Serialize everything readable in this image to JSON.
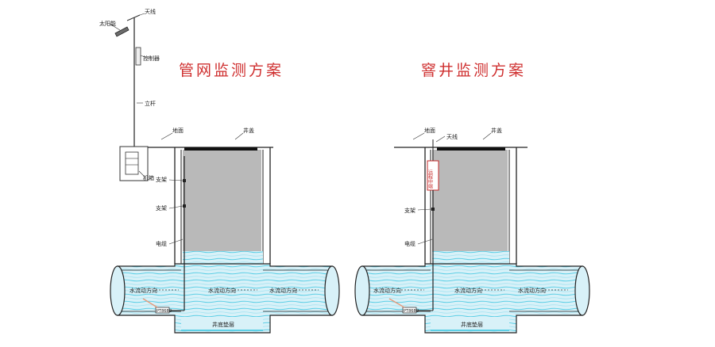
{
  "left": {
    "title": "管网监测方案",
    "labels": {
      "solar_panel": "太阳能",
      "antenna": "天线",
      "controller": "控制器",
      "pole": "立杆",
      "cabinet": "机箱",
      "ground": "地面",
      "manhole_cover": "井盖",
      "bracket_1": "支架",
      "bracket_2": "支架",
      "cable": "电缆",
      "flow_1": "水流动方向",
      "flow_2": "水流动方向",
      "flow_3": "水流动方向",
      "sensor": "PT868D",
      "well_bottom": "井底垫层"
    }
  },
  "right": {
    "title": "窨井监测方案",
    "labels": {
      "ground": "地面",
      "antenna": "天线",
      "manhole_cover": "井盖",
      "device": "远程中端",
      "bracket": "支架",
      "cable": "电缆",
      "flow_1": "水流动方向",
      "flow_2": "水流动方向",
      "flow_3": "水流动方向",
      "sensor": "PT868D",
      "well_bottom": "井底垫层"
    }
  }
}
